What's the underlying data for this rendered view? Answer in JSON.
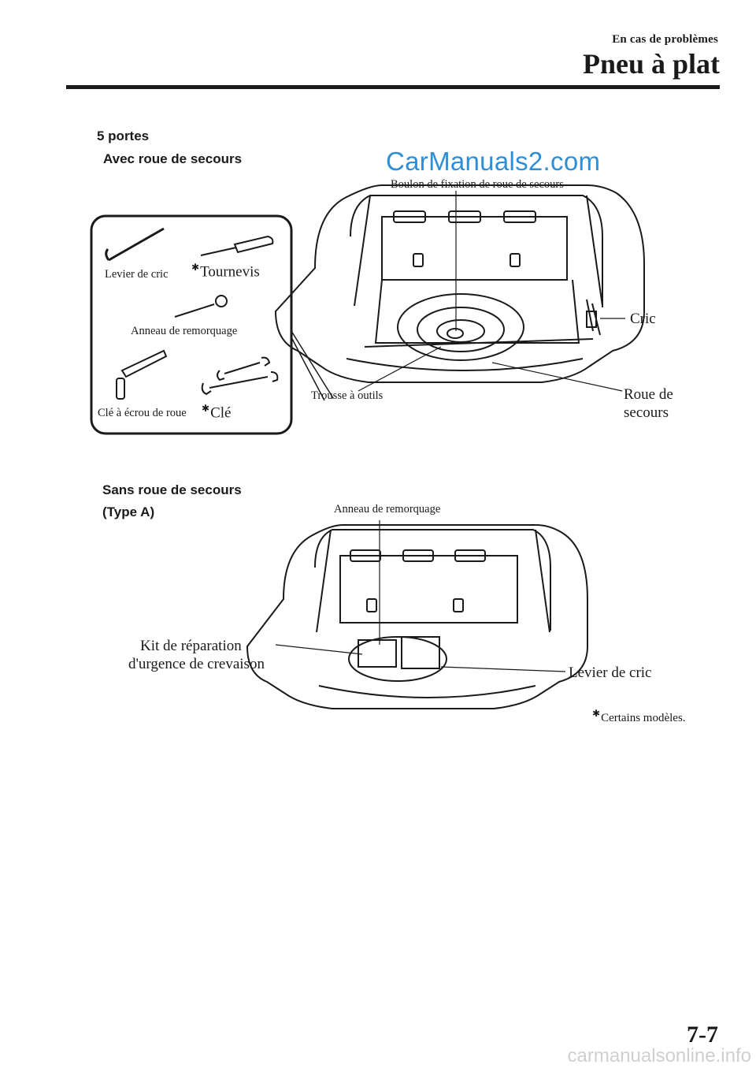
{
  "header": {
    "chapter": "En cas de problèmes",
    "title": "Pneu à plat"
  },
  "watermark": "CarManuals2.com",
  "section1": {
    "variant": "5 portes",
    "subtitle": "Avec roue de secours",
    "tools": {
      "jack_lever": "Levier de cric",
      "screwdriver": "Tournevis",
      "tow_hook": "Anneau de remorquage",
      "lug_wrench": "Clé à écrou de roue",
      "wrench": "Clé"
    },
    "callouts": {
      "spare_bolt": "Boulon de fixation de roue de secours",
      "jack": "Cric",
      "spare_wheel_line1": "Roue de",
      "spare_wheel_line2": "secours",
      "tool_bag": "Trousse à outils"
    }
  },
  "section2": {
    "subtitle": "Sans roue de secours",
    "type": "(Type A)",
    "callouts": {
      "tow_hook": "Anneau de remorquage",
      "repair_kit_line1": "Kit de réparation",
      "repair_kit_line2": "d'urgence de crevaison",
      "jack_lever": "Levier de cric"
    }
  },
  "footnote": "Certains modèles.",
  "footnote_mark": "✱",
  "page_number": "7-7",
  "footer_watermark": "carmanualsonline.info"
}
